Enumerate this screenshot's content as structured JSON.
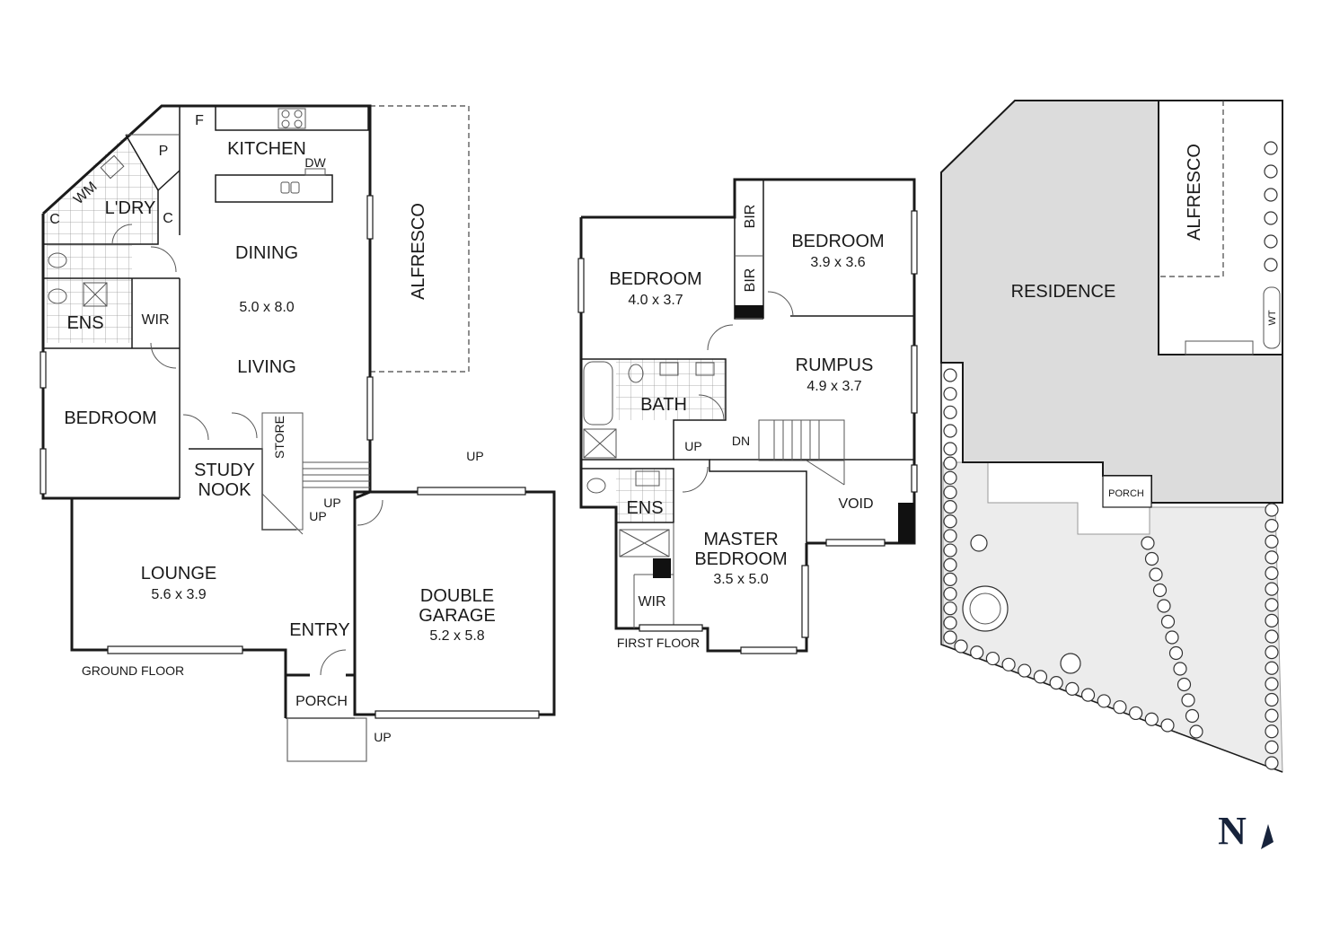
{
  "ground_floor": {
    "caption": "GROUND FLOOR",
    "kitchen": "KITCHEN",
    "fridge": "F",
    "pantry": "P",
    "dishwasher": "DW",
    "laundry": "L'DRY",
    "washing_machine": "WM",
    "cupboard": "C",
    "dining": "DINING",
    "dining_living_dim": "5.0 x 8.0",
    "living": "LIVING",
    "alfresco": "ALFRESCO",
    "ensuite": "ENS",
    "wir": "WIR",
    "bedroom": "BEDROOM",
    "store": "STORE",
    "study_nook_1": "STUDY",
    "study_nook_2": "NOOK",
    "up": "UP",
    "lounge": "LOUNGE",
    "lounge_dim": "5.6 x 3.9",
    "entry": "ENTRY",
    "porch": "PORCH",
    "garage_1": "DOUBLE",
    "garage_2": "GARAGE",
    "garage_dim": "5.2 x 5.8"
  },
  "first_floor": {
    "caption": "FIRST FLOOR",
    "bedroom_a": "BEDROOM",
    "bedroom_a_dim": "4.0 x 3.7",
    "bedroom_b": "BEDROOM",
    "bedroom_b_dim": "3.9 x 3.6",
    "bir": "BIR",
    "rumpus": "RUMPUS",
    "rumpus_dim": "4.9 x 3.7",
    "bath": "BATH",
    "up": "UP",
    "dn": "DN",
    "ensuite": "ENS",
    "void": "VOID",
    "master_1": "MASTER",
    "master_2": "BEDROOM",
    "master_dim": "3.5 x 5.0",
    "wir": "WIR"
  },
  "site_plan": {
    "residence": "RESIDENCE",
    "alfresco": "ALFRESCO",
    "porch": "PORCH",
    "water_tank": "WT"
  },
  "compass": {
    "letter": "N"
  }
}
